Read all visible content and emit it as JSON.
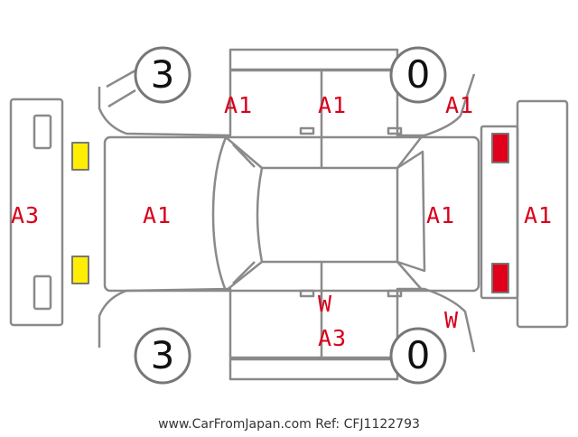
{
  "tyres": {
    "front_left": "3",
    "front_right": "0",
    "rear_left": "3",
    "rear_right": "0"
  },
  "marks": {
    "roof_left": "A1",
    "roof_mid": "A1",
    "roof_right": "A1",
    "front_bumper": "A3",
    "hood": "A1",
    "trunk": "A1",
    "rear_bumper": "A1",
    "lower_w1": "W",
    "lower_a3": "A3",
    "lower_w2": "W"
  },
  "colors": {
    "mark": "#d9001b",
    "line": "#8a8a8a",
    "yellow_lamp": "#ffee00",
    "red_lamp": "#e0001b"
  },
  "footer": "www.CarFromJapan.com Ref: CFJ1122793"
}
